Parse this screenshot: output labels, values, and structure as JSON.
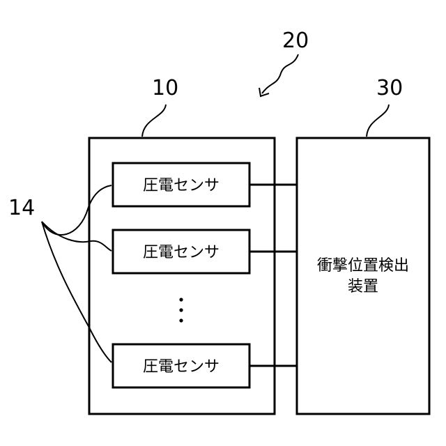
{
  "reference_numerals": {
    "system": "20",
    "sensor_unit": "10",
    "detector": "30",
    "sensors": "14"
  },
  "sensor_labels": [
    "圧電センサ",
    "圧電センサ",
    "圧電センサ"
  ],
  "ellipsis": "⋮",
  "detector_label": {
    "line1": "衝撃位置検出",
    "line2": "装置"
  }
}
